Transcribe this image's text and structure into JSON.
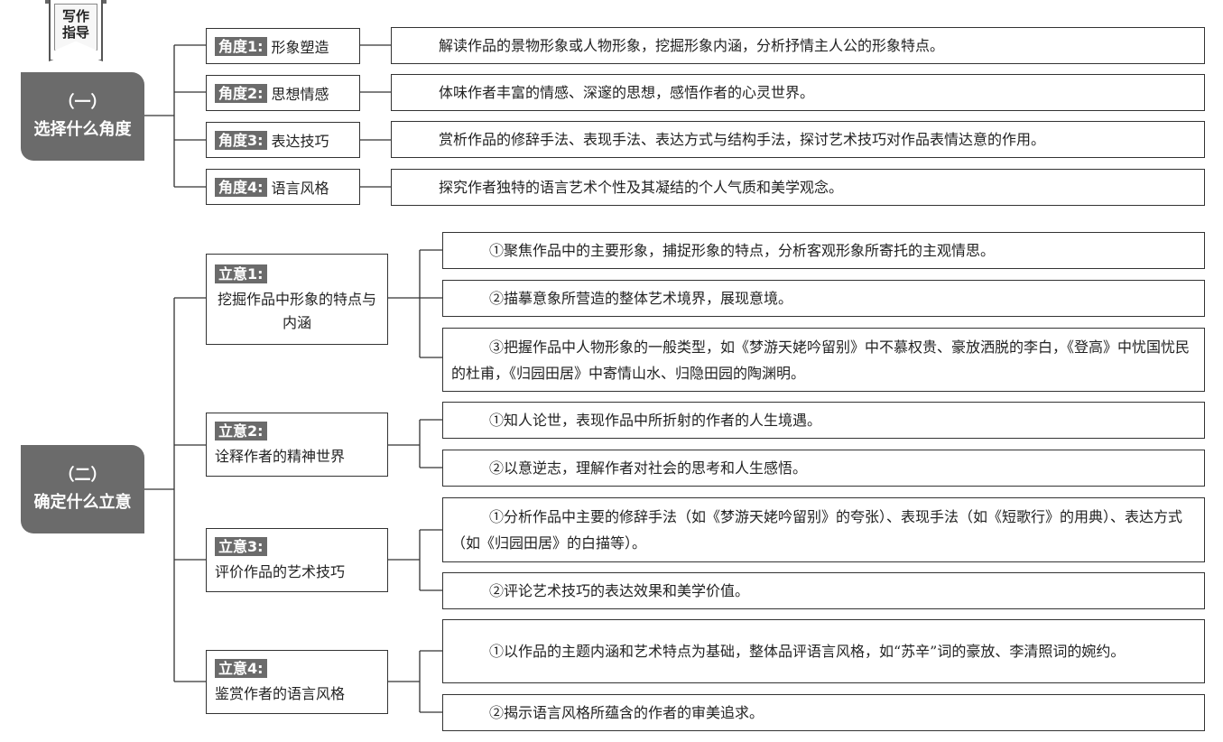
{
  "guide": {
    "line1": "写作",
    "line2": "指导"
  },
  "section1": {
    "number": "（一）",
    "title": "选择什么角度",
    "items": [
      {
        "badge": "角度1:",
        "label": "形象塑造",
        "desc": "解读作品的景物形象或人物形象，挖掘形象内涵，分析抒情主人公的形象特点。"
      },
      {
        "badge": "角度2:",
        "label": "思想情感",
        "desc": "体味作者丰富的情感、深邃的思想，感悟作者的心灵世界。"
      },
      {
        "badge": "角度3:",
        "label": "表达技巧",
        "desc": "赏析作品的修辞手法、表现手法、表达方式与结构手法，探讨艺术技巧对作品表情达意的作用。"
      },
      {
        "badge": "角度4:",
        "label": "语言风格",
        "desc": "探究作者独特的语言艺术个性及其凝结的个人气质和美学观念。"
      }
    ]
  },
  "section2": {
    "number": "（二）",
    "title": "确定什么立意",
    "items": [
      {
        "badge": "立意1:",
        "label": "挖掘作品中形象的特点与内涵",
        "points": [
          "①聚焦作品中的主要形象，捕捉形象的特点，分析客观形象所寄托的主观情思。",
          "②描摹意象所营造的整体艺术境界，展现意境。",
          "③把握作品中人物形象的一般类型，如《梦游天姥吟留别》中不慕权贵、豪放洒脱的李白，《登高》中忧国忧民的杜甫，《归园田居》中寄情山水、归隐田园的陶渊明。"
        ]
      },
      {
        "badge": "立意2:",
        "label": "诠释作者的精神世界",
        "points": [
          "①知人论世，表现作品中所折射的作者的人生境遇。",
          "②以意逆志，理解作者对社会的思考和人生感悟。"
        ]
      },
      {
        "badge": "立意3:",
        "label": "评价作品的艺术技巧",
        "points": [
          "①分析作品中主要的修辞手法（如《梦游天姥吟留别》的夸张）、表现手法（如《短歌行》的用典）、表达方式（如《归园田居》的白描等）。",
          "②评论艺术技巧的表达效果和美学价值。"
        ]
      },
      {
        "badge": "立意4:",
        "label": "鉴赏作者的语言风格",
        "points": [
          "①以作品的主题内涵和艺术特点为基础，整体品评语言风格，如“苏辛”词的豪放、李清照词的婉约。",
          "②揭示语言风格所蕴含的作者的审美追求。"
        ]
      }
    ]
  }
}
